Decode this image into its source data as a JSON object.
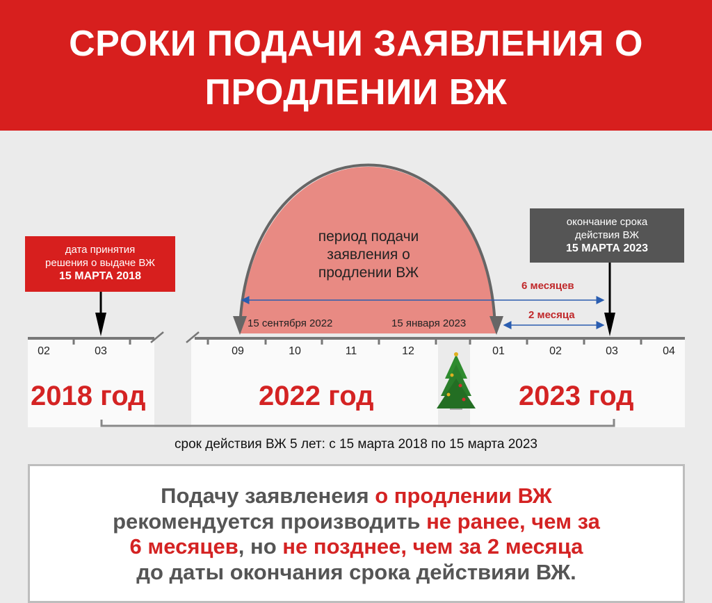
{
  "header": {
    "title_line1": "СРОКИ ПОДАЧИ ЗАЯВЛЕНИЯ О",
    "title_line2": "ПРОДЛЕНИИ ВЖ"
  },
  "start_box": {
    "line1": "дата принятия",
    "line2": "решения о выдаче ВЖ",
    "date": "15 МАРТА 2018"
  },
  "end_box": {
    "line1": "окончание срока",
    "line2": "действия ВЖ",
    "date": "15 МАРТА 2023"
  },
  "period": {
    "line1": "период подачи",
    "line2": "заявления о",
    "line3": "продлении ВЖ",
    "start_label": "15 сентября 2022",
    "end_label": "15 января 2023"
  },
  "intervals": {
    "six_months": "6 месяцев",
    "two_months": "2 месяца"
  },
  "timeline": {
    "months_2018": [
      "02",
      "03"
    ],
    "months_2022": [
      "09",
      "10",
      "11",
      "12"
    ],
    "months_2023": [
      "01",
      "02",
      "03",
      "04"
    ],
    "years": [
      "2018 год",
      "2022 год",
      "2023 год"
    ]
  },
  "caption": "срок действия ВЖ 5 лет: с 15 марта 2018 по 15 марта 2023",
  "note": {
    "p1": "Подачу заявленеия ",
    "p2": "о продлении ВЖ",
    "p3": "рекомендуется производить ",
    "p4": "не ранее, чем за",
    "p5": "6 месяцев",
    "p6": ", но ",
    "p7": "не позднее, чем за 2 месяца",
    "p8": "до даты окончания срока действияи ВЖ."
  },
  "colors": {
    "red": "#d71f1e",
    "dark": "#555555",
    "arch": "#e88a83",
    "blue": "#2a5db0"
  }
}
